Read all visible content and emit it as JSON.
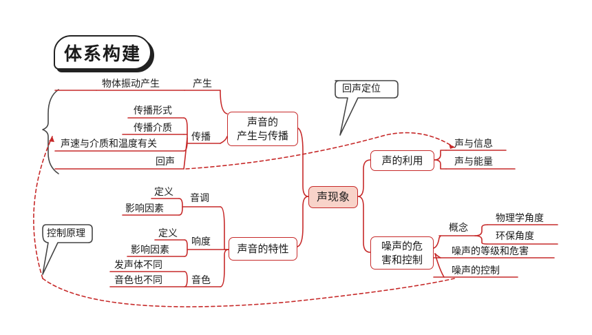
{
  "header": {
    "title": "体系构建"
  },
  "center": {
    "label": "声现象"
  },
  "left": {
    "production": {
      "box": "声音的\n产生与传播",
      "generation": {
        "label": "产生",
        "items": [
          "物体振动产生"
        ]
      },
      "propagation": {
        "label": "传播",
        "items": [
          "传播形式",
          "传播介质",
          "声速与介质和温度有关",
          "回声"
        ]
      }
    },
    "characteristics": {
      "box": "声音的特性",
      "pitch": {
        "label": "音调",
        "items": [
          "定义",
          "影响因素"
        ]
      },
      "loudness": {
        "label": "响度",
        "items": [
          "定义",
          "影响因素"
        ]
      },
      "timbre": {
        "label": "音色",
        "items": [
          "发声体不同",
          "音色也不同"
        ]
      }
    }
  },
  "right": {
    "use": {
      "box": "声的利用",
      "items": [
        "声与信息",
        "声与能量"
      ]
    },
    "noise": {
      "box": "噪声的危\n害和控制",
      "concept": {
        "label": "概念",
        "items": [
          "物理学角度",
          "环保角度"
        ]
      },
      "items": [
        "噪声的等级和危害",
        "噪声的控制"
      ]
    }
  },
  "callouts": {
    "echo_location": "回声定位",
    "control_principle": "控制原理"
  },
  "colors": {
    "line": "#c62828",
    "center_fill": "#f8d3c9",
    "text": "#1a1a1a"
  }
}
